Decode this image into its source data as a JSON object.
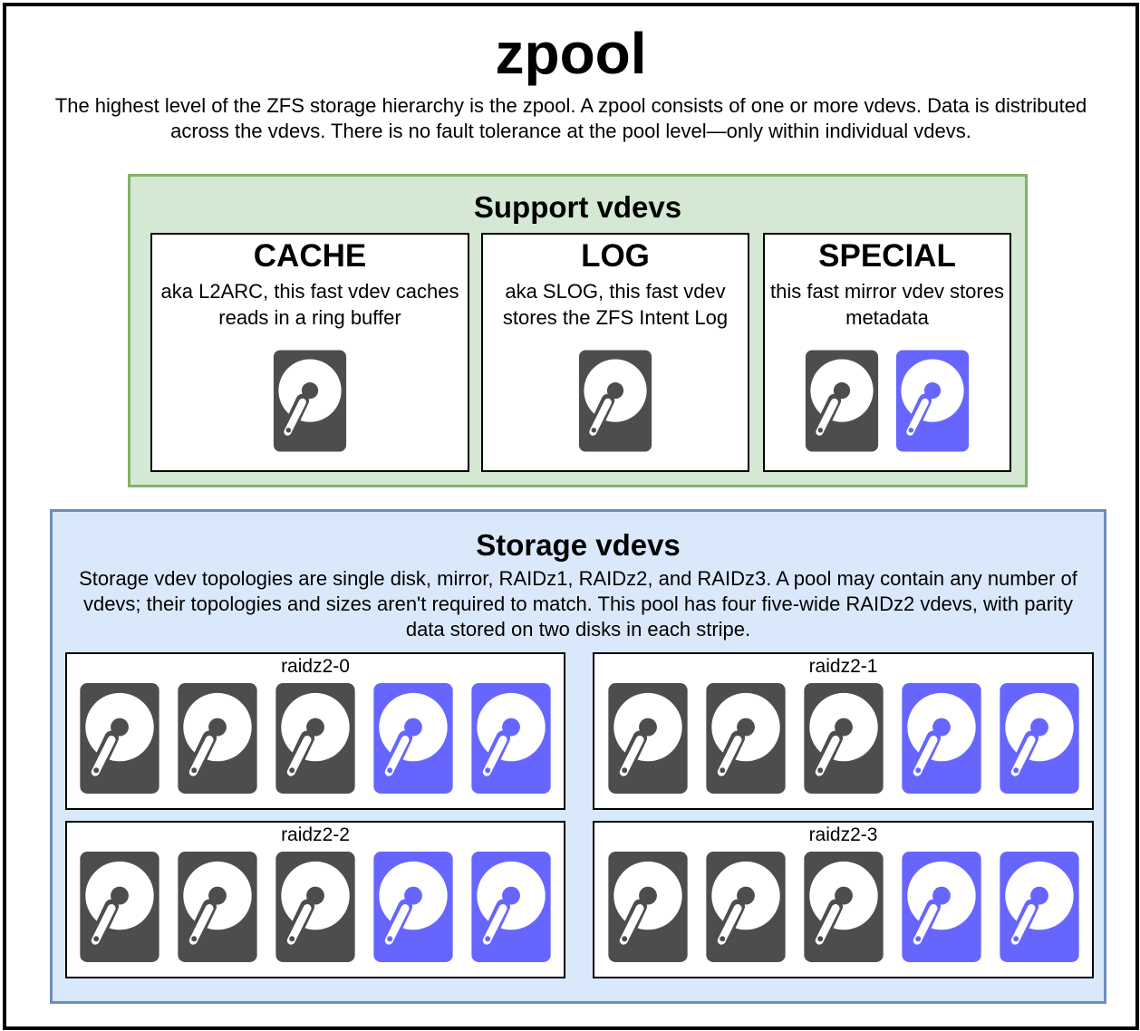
{
  "title": "zpool",
  "description": "The highest level of the ZFS storage hierarchy is the zpool. A zpool consists of one or more vdevs. Data is distributed across the vdevs. There is no fault tolerance at the pool level—only within individual vdevs.",
  "colors": {
    "data_disk": "#4d4d4d",
    "parity_disk": "#6666ff",
    "support_fill": "#d5e8d4",
    "support_border": "#82b366",
    "storage_fill": "#dae8fc",
    "storage_border": "#6c8ebf"
  },
  "support": {
    "title": "Support vdevs",
    "cards": [
      {
        "title": "CACHE",
        "description": "aka L2ARC, this fast vdev caches reads in a ring buffer",
        "disks": [
          "data"
        ]
      },
      {
        "title": "LOG",
        "description": "aka SLOG, this fast vdev stores the ZFS Intent Log",
        "disks": [
          "data"
        ]
      },
      {
        "title": "SPECIAL",
        "description": "this fast mirror vdev stores metadata",
        "disks": [
          "data",
          "parity"
        ]
      }
    ]
  },
  "storage": {
    "title": "Storage vdevs",
    "description": "Storage vdev topologies are single disk, mirror, RAIDz1, RAIDz2, and RAIDz3. A pool may contain any number of vdevs; their topologies and sizes aren't required to match. This pool has four five-wide RAIDz2 vdevs, with parity data stored on two disks in each stripe.",
    "groups": [
      {
        "label": "raidz2-0",
        "disks": [
          "data",
          "data",
          "data",
          "parity",
          "parity"
        ]
      },
      {
        "label": "raidz2-1",
        "disks": [
          "data",
          "data",
          "data",
          "parity",
          "parity"
        ]
      },
      {
        "label": "raidz2-2",
        "disks": [
          "data",
          "data",
          "data",
          "parity",
          "parity"
        ]
      },
      {
        "label": "raidz2-3",
        "disks": [
          "data",
          "data",
          "data",
          "parity",
          "parity"
        ]
      }
    ]
  }
}
